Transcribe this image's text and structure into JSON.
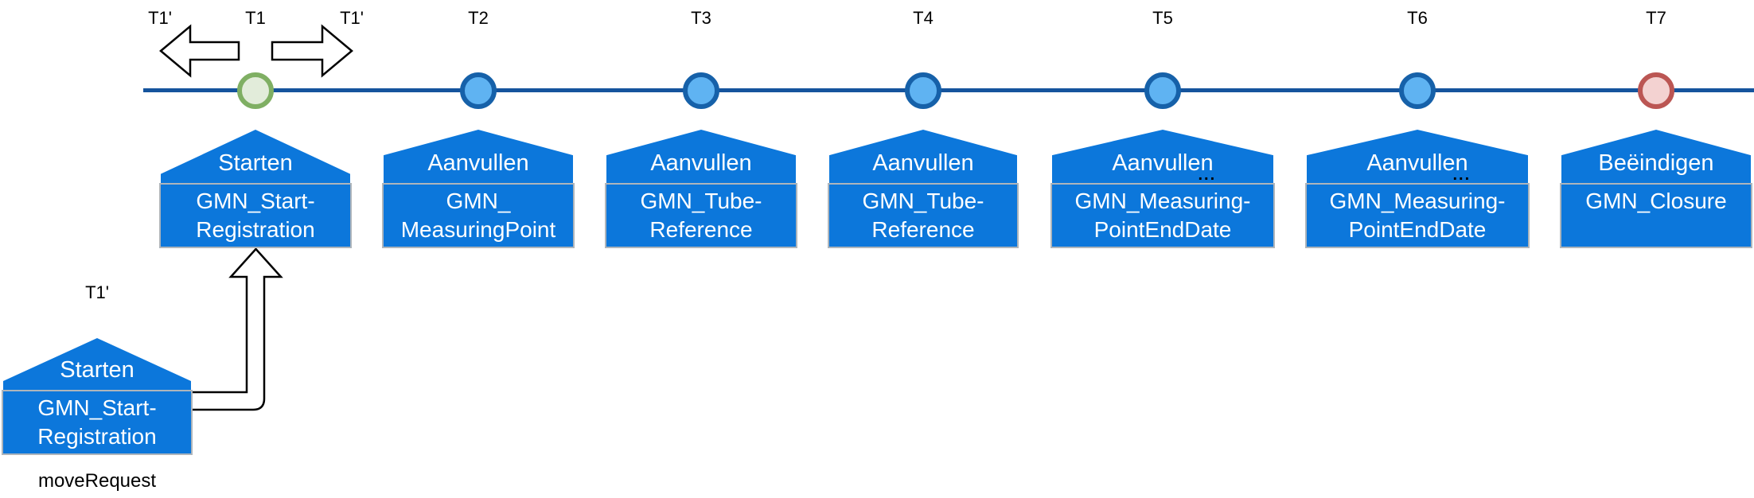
{
  "palette": {
    "shape_blue": "#0C77DB",
    "timeline_blue": "#15549D",
    "node_blue_ring": "#1661A9",
    "node_blue_fill": "#5FB3F2",
    "node_green_ring": "#7FAF63",
    "node_green_fill": "#E2ECDA",
    "node_red_ring": "#BB5653",
    "node_red_fill": "#F3D2D1",
    "box_border_gray": "#AEB5BB"
  },
  "icons": {
    "left_block_arrow": "move-earlier-arrow-icon",
    "right_block_arrow": "move-later-arrow-icon",
    "bent_arrow": "move-request-bent-arrow-icon"
  },
  "move_cluster": {
    "left_label": "T1'",
    "right_label": "T1'"
  },
  "units": [
    {
      "tick": "T1",
      "roof": "Starten",
      "line1": "GMN_Start-",
      "line2": "Registration",
      "ellipsis": ""
    },
    {
      "tick": "T2",
      "roof": "Aanvullen",
      "line1": "GMN_",
      "line2": "MeasuringPoint",
      "ellipsis": ""
    },
    {
      "tick": "T3",
      "roof": "Aanvullen",
      "line1": "GMN_Tube-",
      "line2": "Reference",
      "ellipsis": ""
    },
    {
      "tick": "T4",
      "roof": "Aanvullen",
      "line1": "GMN_Tube-",
      "line2": "Reference",
      "ellipsis": ""
    },
    {
      "tick": "T5",
      "roof": "Aanvullen",
      "line1": "GMN_Measuring-",
      "line2": "PointEndDate",
      "ellipsis": "..."
    },
    {
      "tick": "T6",
      "roof": "Aanvullen",
      "line1": "GMN_Measuring-",
      "line2": "PointEndDate",
      "ellipsis": "..."
    },
    {
      "tick": "T7",
      "roof": "Beëindigen",
      "line1": "GMN_Closure",
      "line2": "",
      "ellipsis": ""
    }
  ],
  "detached_unit": {
    "tick": "T1'",
    "roof": "Starten",
    "line1": "GMN_Start-",
    "line2": "Registration",
    "caption": "moveRequest"
  }
}
